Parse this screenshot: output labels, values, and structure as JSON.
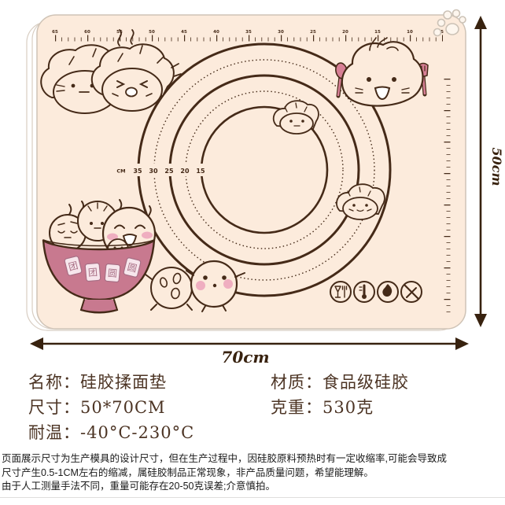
{
  "product": {
    "type_note": "silicone kneading mat e-commerce spec image"
  },
  "mat": {
    "fill_color": "#fcebdc",
    "line_color": "#452a18",
    "pink_color": "#c8798f",
    "top_ruler_labels": [
      "65",
      "60",
      "55",
      "50",
      "45",
      "40",
      "35",
      "30",
      "25",
      "20",
      "15",
      "10",
      "5"
    ],
    "circles": {
      "unit": "CM",
      "labels": [
        "35",
        "30",
        "25",
        "20",
        "15"
      ],
      "diameters_cm": [
        35,
        30,
        25,
        20,
        15
      ]
    },
    "bowl": {
      "stamp_chars": [
        "团",
        "团",
        "圆",
        "圆"
      ]
    },
    "icons": [
      "food-safe-icon",
      "temperature-icon",
      "flame-icon",
      "no-sharp-objects-icon",
      "paw-print-icon"
    ]
  },
  "dimensions": {
    "width": "70cm",
    "height": "50cm",
    "arrow_color": "#38220f"
  },
  "specs": {
    "left": [
      {
        "label": "名称：",
        "value": "硅胶揉面垫"
      },
      {
        "label": "尺寸：",
        "value": "50*70CM"
      },
      {
        "label": "耐温：",
        "value": "-40°C-230°C"
      }
    ],
    "right": [
      {
        "label": "材质：",
        "value": "食品级硅胶"
      },
      {
        "label": "克重：",
        "value": "530克"
      }
    ]
  },
  "disclaimer": [
    "页面展示尺寸为生产模具的设计尺寸，但在生产过程中，因硅胶原料预热时有一定收缩率,可能会导致成",
    "尺寸产生0.5-1CM左右的缩减，属硅胶制品正常现象，非产品质量问题，希望能理解。",
    "由于人工测量手法不同，重量可能存在20-50克误差;介意慎拍。"
  ]
}
